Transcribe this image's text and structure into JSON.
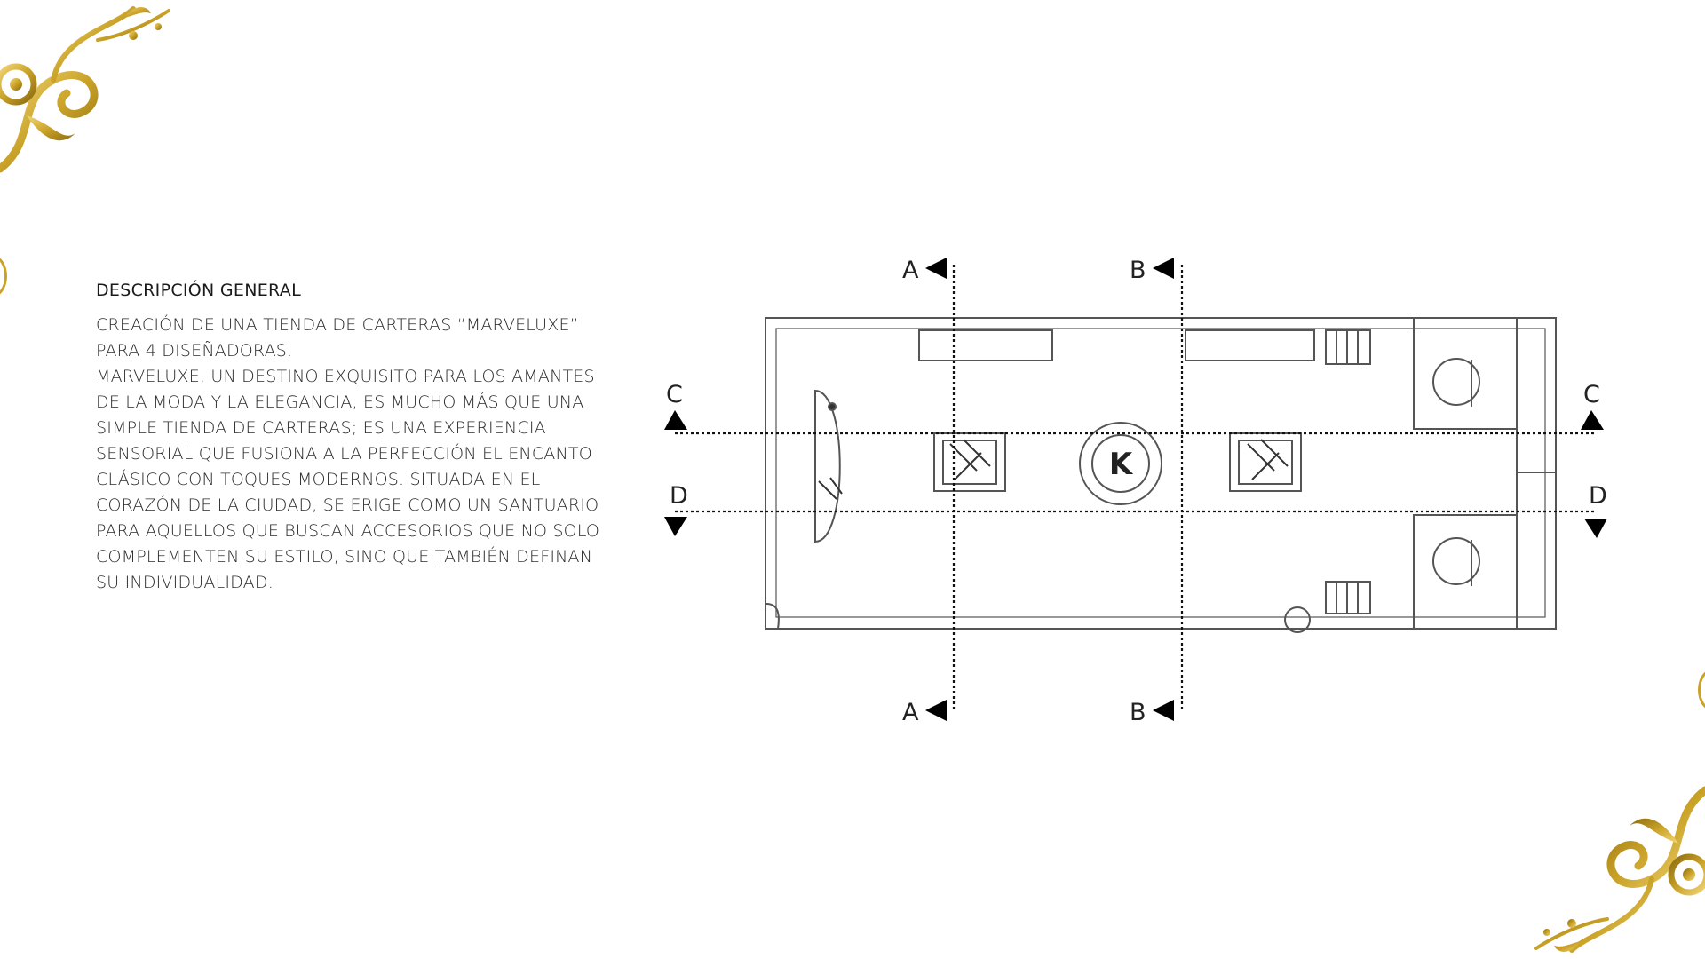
{
  "description": {
    "title": "DESCRIPCIÓN GENERAL",
    "paragraphs": [
      "CREACIÓN DE UNA TIENDA DE CARTERAS “MARVELUXE” PARA 4 DISEÑADORAS.",
      "MARVELUXE, UN DESTINO EXQUISITO PARA LOS AMANTES DE LA MODA Y LA ELEGANCIA, ES MUCHO MÁS QUE UNA SIMPLE TIENDA DE CARTERAS; ES UNA EXPERIENCIA SENSORIAL QUE FUSIONA A LA PERFECCIÓN EL ENCANTO CLÁSICO CON TOQUES MODERNOS. SITUADA EN EL CORAZÓN DE LA CIUDAD, SE ERIGE COMO UN SANTUARIO PARA AQUELLOS QUE BUSCAN ACCESORIOS QUE NO SOLO COMPLEMENTEN SU ESTILO, SINO QUE TAMBIÉN DEFINAN SU INDIVIDUALIDAD."
    ]
  },
  "plan": {
    "section_labels": {
      "a_top": "A",
      "a_bottom": "A",
      "b_top": "B",
      "b_bottom": "B",
      "c_left": "C",
      "c_right": "C",
      "d_left": "D",
      "d_right": "D"
    },
    "logo": "K"
  },
  "colors": {
    "gold": "#c9a227",
    "gold_dark": "#8a6a10",
    "line": "#333333"
  }
}
